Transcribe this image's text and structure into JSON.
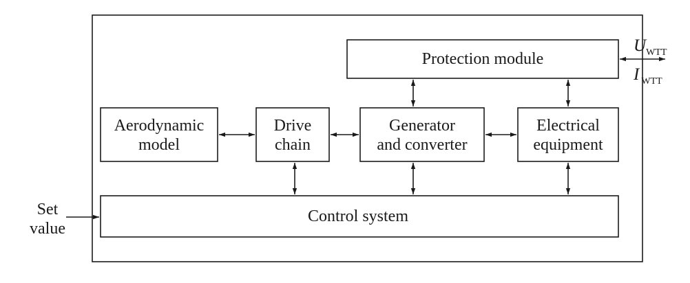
{
  "blocks": {
    "protection": "Protection module",
    "aerodynamic": [
      "Aerodynamic",
      "model"
    ],
    "drive": [
      "Drive",
      "chain"
    ],
    "generator": [
      "Generator",
      "and converter"
    ],
    "electrical": [
      "Electrical",
      "equipment"
    ],
    "control": "Control system"
  },
  "inputs": {
    "set_value": [
      "Set",
      "value"
    ]
  },
  "outputs": {
    "voltage_symbol": "U",
    "voltage_subscript": "WTT",
    "current_symbol": "I",
    "current_subscript": "WTT"
  },
  "colors": {
    "stroke": "#1a1a1a",
    "background": "#ffffff"
  }
}
